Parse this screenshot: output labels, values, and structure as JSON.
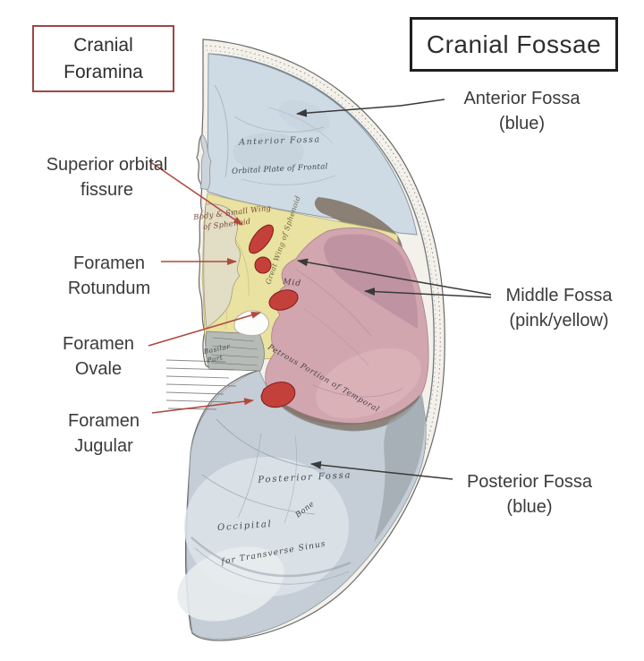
{
  "header": {
    "foramina_box_label": "Cranial Foramina",
    "fossae_box_label": "Cranial Fossae"
  },
  "callouts": {
    "superior_orbital": {
      "line1": "Superior orbital",
      "line2": "fissure"
    },
    "foramen_rotundum": {
      "line1": "Foramen",
      "line2": "Rotundum"
    },
    "foramen_ovale": {
      "line1": "Foramen",
      "line2": "Ovale"
    },
    "foramen_jugular": {
      "line1": "Foramen",
      "line2": "Jugular"
    },
    "anterior": {
      "line1": "Anterior Fossa",
      "line2": "(blue)"
    },
    "middle": {
      "line1": "Middle Fossa",
      "line2": "(pink/yellow)"
    },
    "posterior": {
      "line1": "Posterior Fossa",
      "line2": "(blue)"
    }
  },
  "engraved": {
    "anterior_fossa": "Anterior Fossa",
    "orbital_plate": "Orbital Plate of Frontal",
    "body_small_wing_line1": "Body & Small Wing",
    "body_small_wing_line2": "of Sphenoid",
    "great_wing": "Great Wing of Sphenoid",
    "middle_fragment": "Mid",
    "petrous": "Petrous Portion of Temporal",
    "basilar_line1": "Basilar",
    "basilar_line2": "Part",
    "posterior_fossa": "Posterior Fossa",
    "occipital": "Occipital",
    "occipital_bone": "Bone",
    "transverse_sinus": "for Transverse Sinus"
  },
  "colors": {
    "anterior_blue": "#cfdbe4",
    "middle_yellow": "#e9e2a0",
    "middle_pink": "#d2a6af",
    "posterior_blue": "#c5ced6",
    "bone_rim": "#f3f1ea",
    "foramen_red": "#c4403a",
    "red_leader": "#b0493f",
    "black_leader": "#3a3a3a",
    "foramina_border": "#a04545",
    "fossae_border": "#1f1f1f"
  }
}
